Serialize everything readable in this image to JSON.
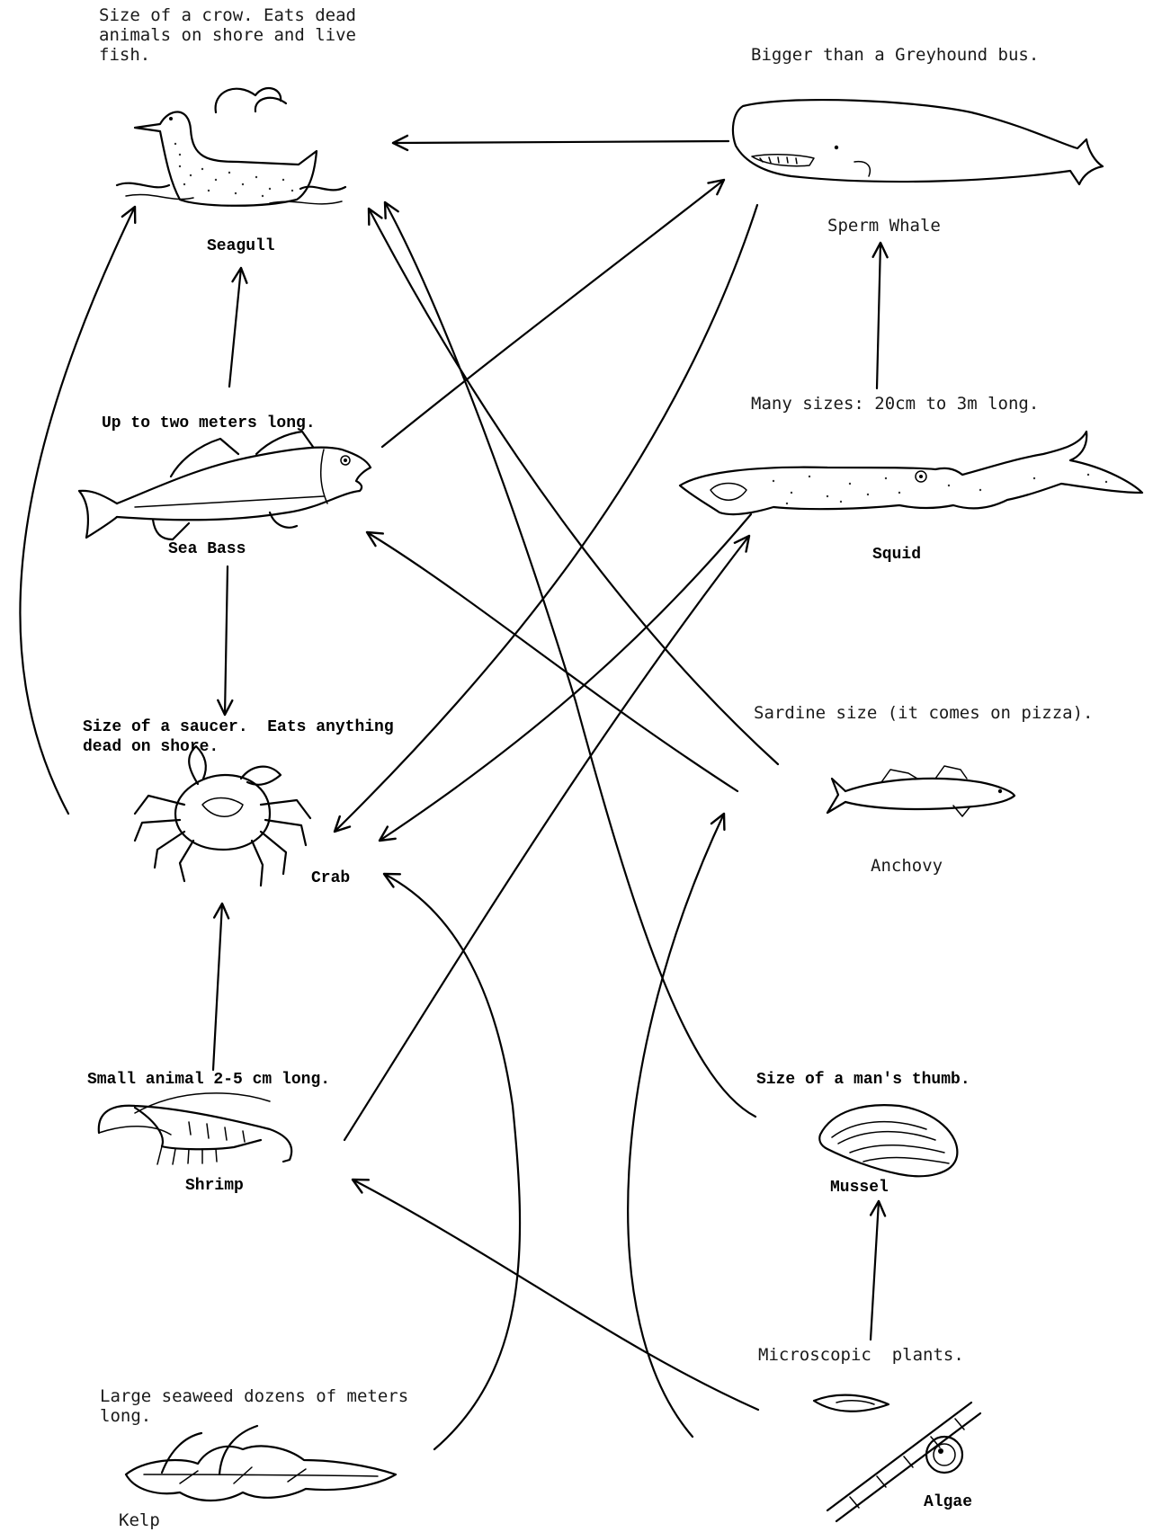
{
  "organisms": {
    "seagull": {
      "name": "Seagull",
      "desc": "Size of a crow. Eats dead\nanimals on shore and live\nfish."
    },
    "whale": {
      "name": "Sperm Whale",
      "desc": "Bigger than a Greyhound bus."
    },
    "seabass": {
      "name": "Sea Bass",
      "desc": "Up to two meters long."
    },
    "squid": {
      "name": "Squid",
      "desc": "Many sizes: 20cm to 3m long."
    },
    "crab": {
      "name": "Crab",
      "desc": "Size of a saucer.  Eats anything\ndead on shore."
    },
    "anchovy": {
      "name": "Anchovy",
      "desc": "Sardine size (it comes on pizza)."
    },
    "shrimp": {
      "name": "Shrimp",
      "desc": "Small animal 2-5 cm long."
    },
    "mussel": {
      "name": "Mussel",
      "desc": "Size of a man's thumb."
    },
    "kelp": {
      "name": "Kelp",
      "desc": "Large seaweed dozens of meters\nlong."
    },
    "algae": {
      "name": "Algae",
      "desc": "Microscopic  plants."
    }
  },
  "links": [
    {
      "from": "Sperm Whale",
      "to": "Seagull"
    },
    {
      "from": "Sea Bass",
      "to": "Seagull"
    },
    {
      "from": "Crab",
      "to": "Seagull"
    },
    {
      "from": "Anchovy",
      "to": "Seagull"
    },
    {
      "from": "Mussel",
      "to": "Seagull"
    },
    {
      "from": "Squid",
      "to": "Sperm Whale"
    },
    {
      "from": "Sea Bass",
      "to": "Sperm Whale"
    },
    {
      "from": "Sea Bass",
      "to": "Crab"
    },
    {
      "from": "Sperm Whale",
      "to": "Crab"
    },
    {
      "from": "Squid",
      "to": "Crab"
    },
    {
      "from": "Kelp",
      "to": "Crab"
    },
    {
      "from": "Shrimp",
      "to": "Crab"
    },
    {
      "from": "Anchovy",
      "to": "Sea Bass"
    },
    {
      "from": "Shrimp",
      "to": "Squid"
    },
    {
      "from": "Algae",
      "to": "Anchovy"
    },
    {
      "from": "Algae",
      "to": "Shrimp"
    },
    {
      "from": "Algae",
      "to": "Mussel"
    }
  ]
}
